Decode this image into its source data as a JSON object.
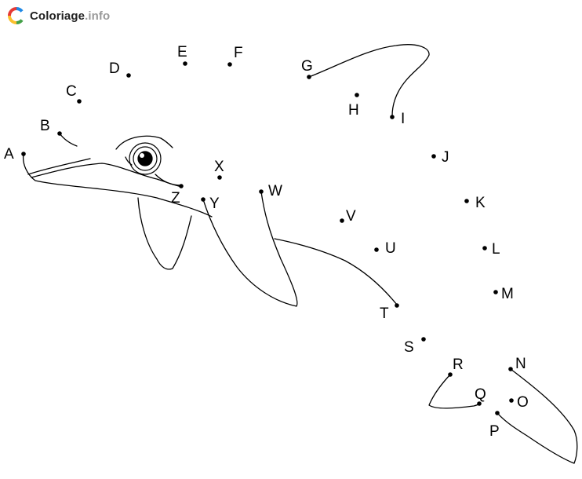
{
  "brand": {
    "name": "Coloriage",
    "tld": ".info",
    "logo_colors": [
      "#e53935",
      "#fbc02d",
      "#1e88e5",
      "#43a047"
    ]
  },
  "points": [
    "A",
    "B",
    "C",
    "D",
    "E",
    "F",
    "G",
    "H",
    "I",
    "J",
    "K",
    "L",
    "M",
    "N",
    "O",
    "P",
    "Q",
    "R",
    "S",
    "T",
    "U",
    "V",
    "W",
    "X",
    "Y",
    "Z"
  ],
  "icons": [
    "logo-c-icon"
  ]
}
